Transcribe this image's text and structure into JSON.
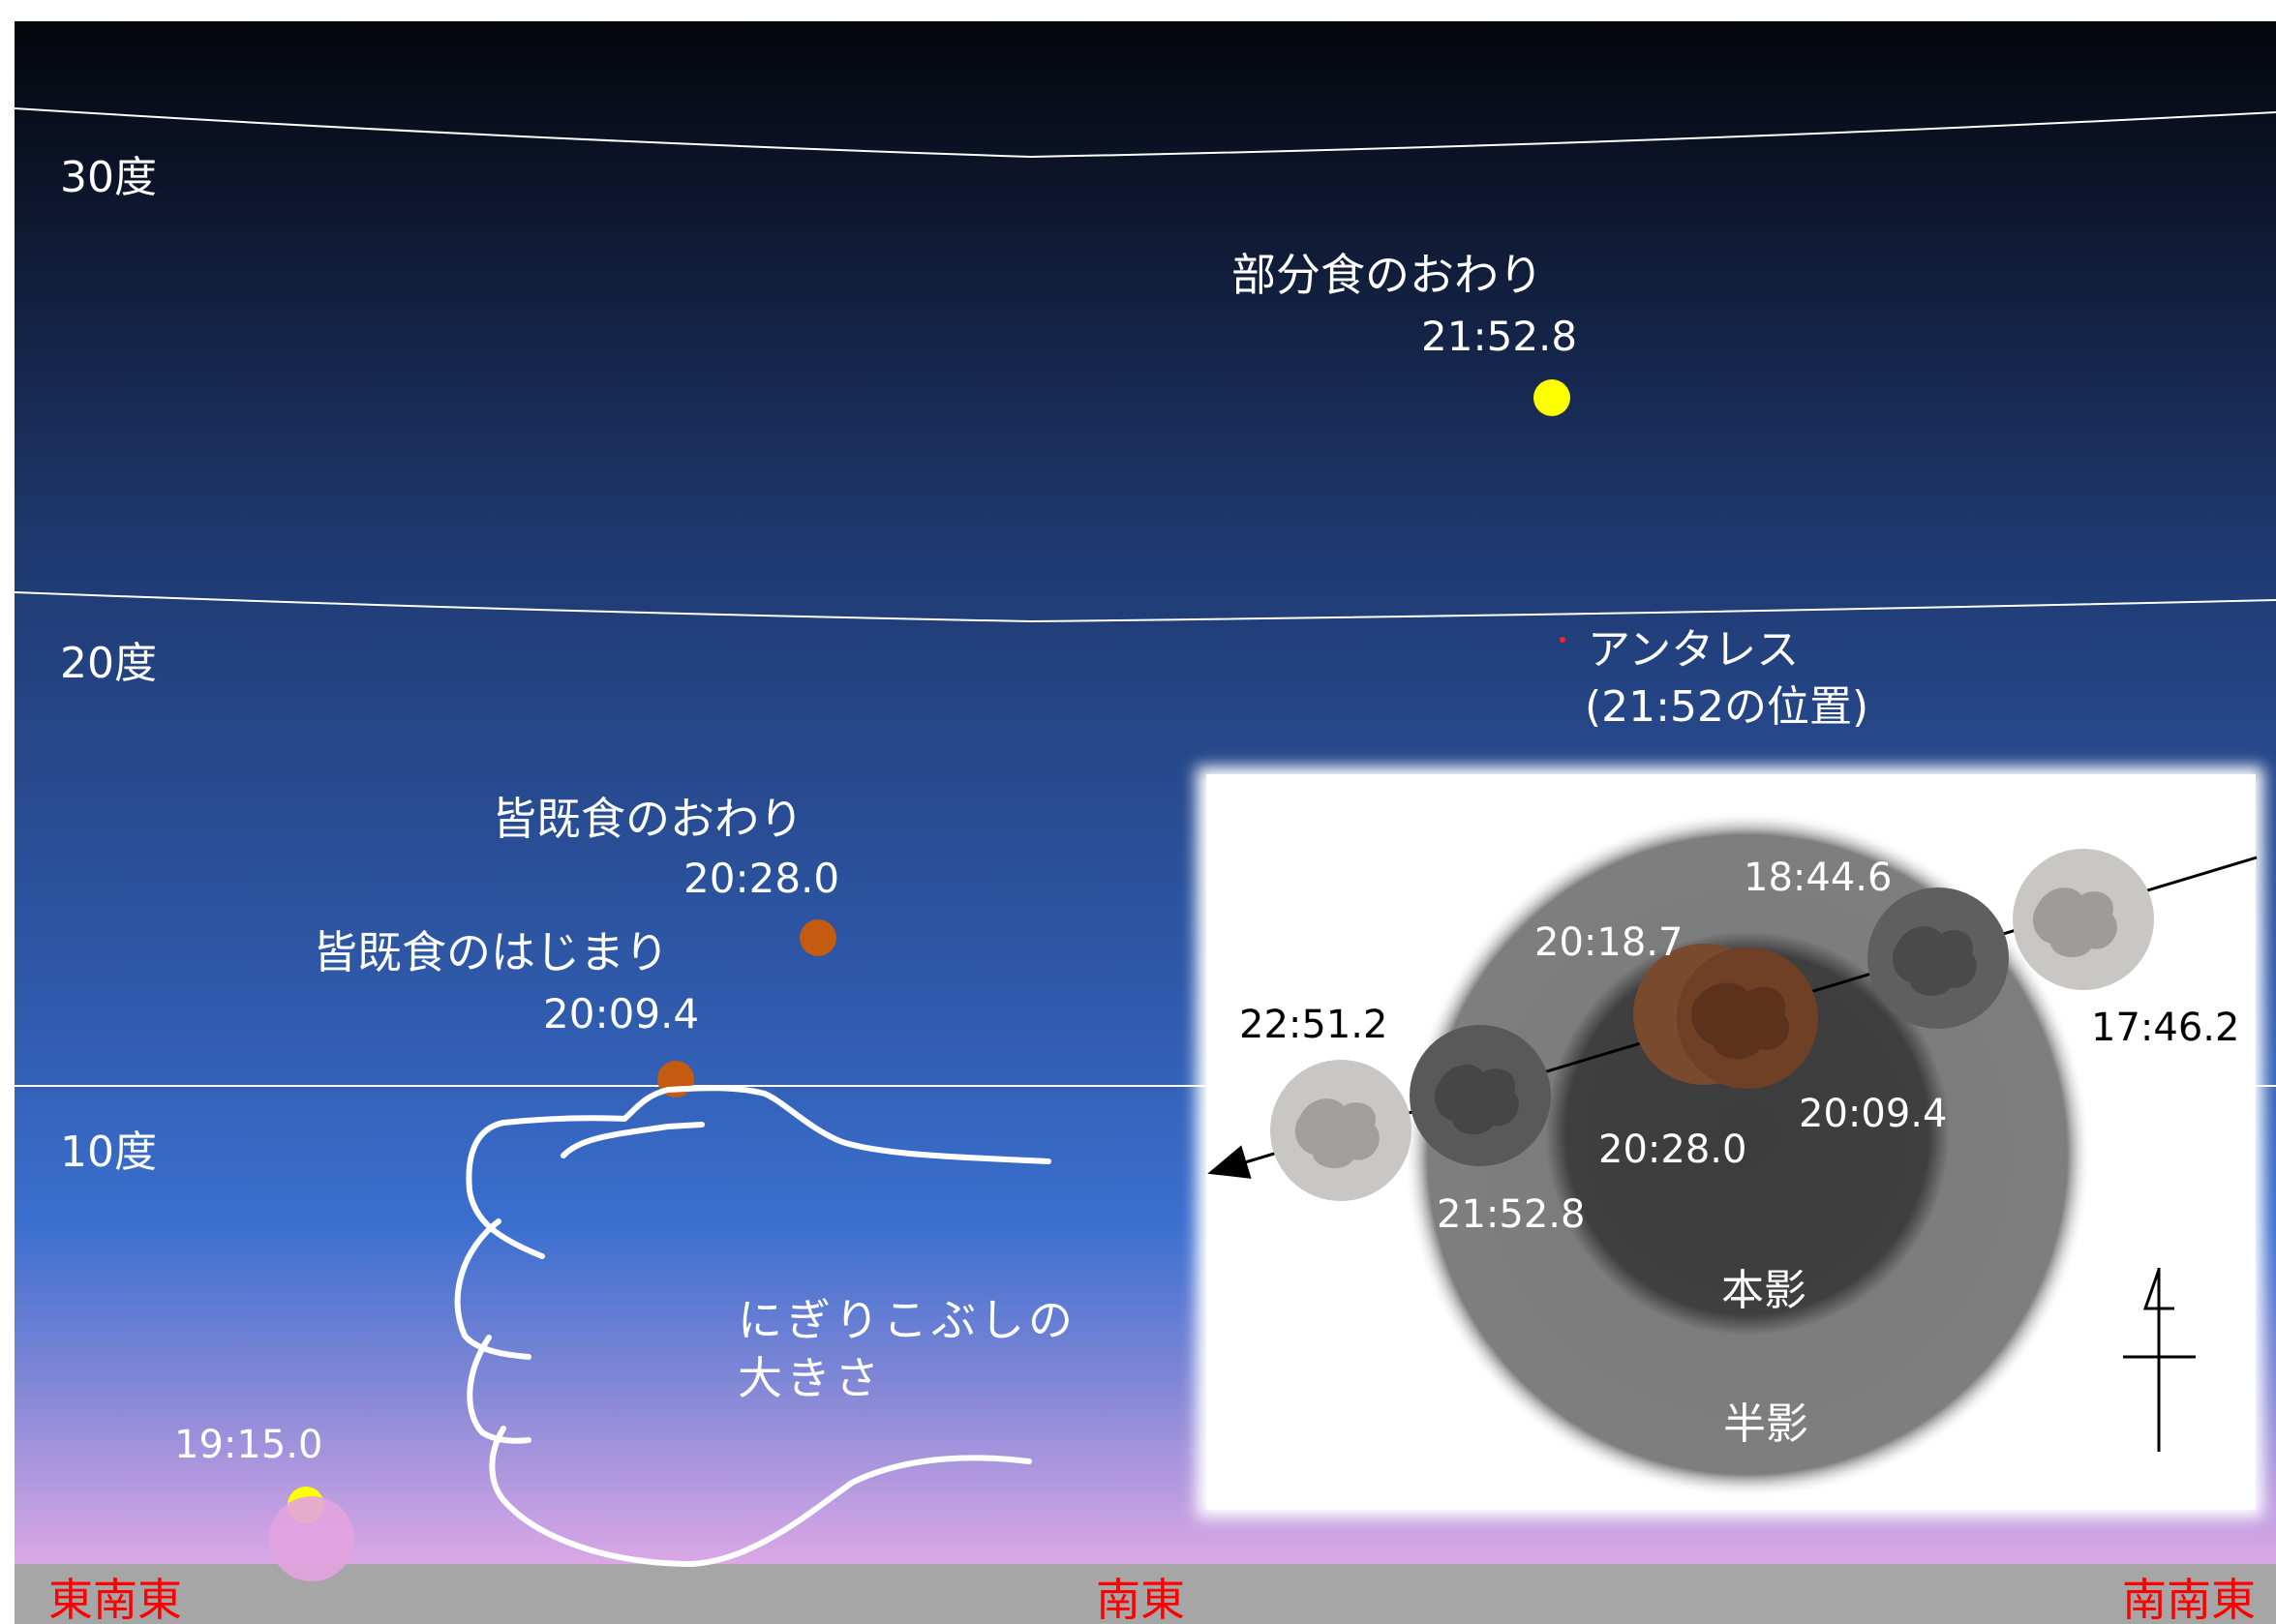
{
  "altitude_labels": [
    "30度",
    "20度",
    "10度"
  ],
  "directions": [
    "東南東",
    "南東",
    "南南東"
  ],
  "events": {
    "partial_end": {
      "label": "部分食のおわり",
      "time": "21:52.8"
    },
    "total_end": {
      "label": "皆既食のおわり",
      "time": "20:28.0"
    },
    "total_start": {
      "label": "皆既食のはじまり",
      "time": "20:09.4"
    },
    "moonrise": {
      "time": "19:15.0"
    }
  },
  "antares": {
    "line1": "アンタレス",
    "line2": "(21:52の位置)"
  },
  "fist_caption": {
    "line1": "にぎりこぶしの",
    "line2": "大きさ"
  },
  "inset": {
    "times": [
      "22:51.2",
      "21:52.8",
      "20:28.0",
      "20:18.7",
      "20:09.4",
      "18:44.6",
      "17:46.2"
    ],
    "umbra_label": "本影",
    "penumbra_label": "半影"
  },
  "colors": {
    "sky_top": "#05080f",
    "sky_mid": "#2a4f98",
    "sky_low": "#3a6cc9",
    "horizon_glow": "#d6a6e3",
    "ground": "#a6a6a6",
    "direction_text": "#ff0000",
    "moon_yellow": "#ffff00",
    "moon_copper": "#c55a11",
    "label_text": "#ffffff"
  }
}
